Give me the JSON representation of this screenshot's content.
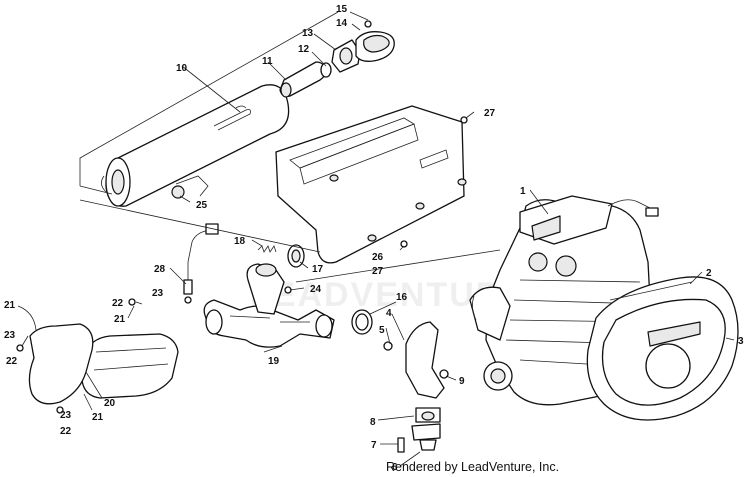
{
  "watermark": "LEADVENTURE",
  "credit": "Rendered by LeadVenture, Inc.",
  "callouts": [
    "1",
    "2",
    "3",
    "4",
    "5",
    "6",
    "7",
    "8",
    "9",
    "10",
    "11",
    "12",
    "13",
    "14",
    "15",
    "16",
    "17",
    "18",
    "19",
    "20",
    "21",
    "21",
    "21",
    "22",
    "22",
    "22",
    "23",
    "23",
    "23",
    "24",
    "25",
    "26",
    "27",
    "27",
    "28"
  ]
}
